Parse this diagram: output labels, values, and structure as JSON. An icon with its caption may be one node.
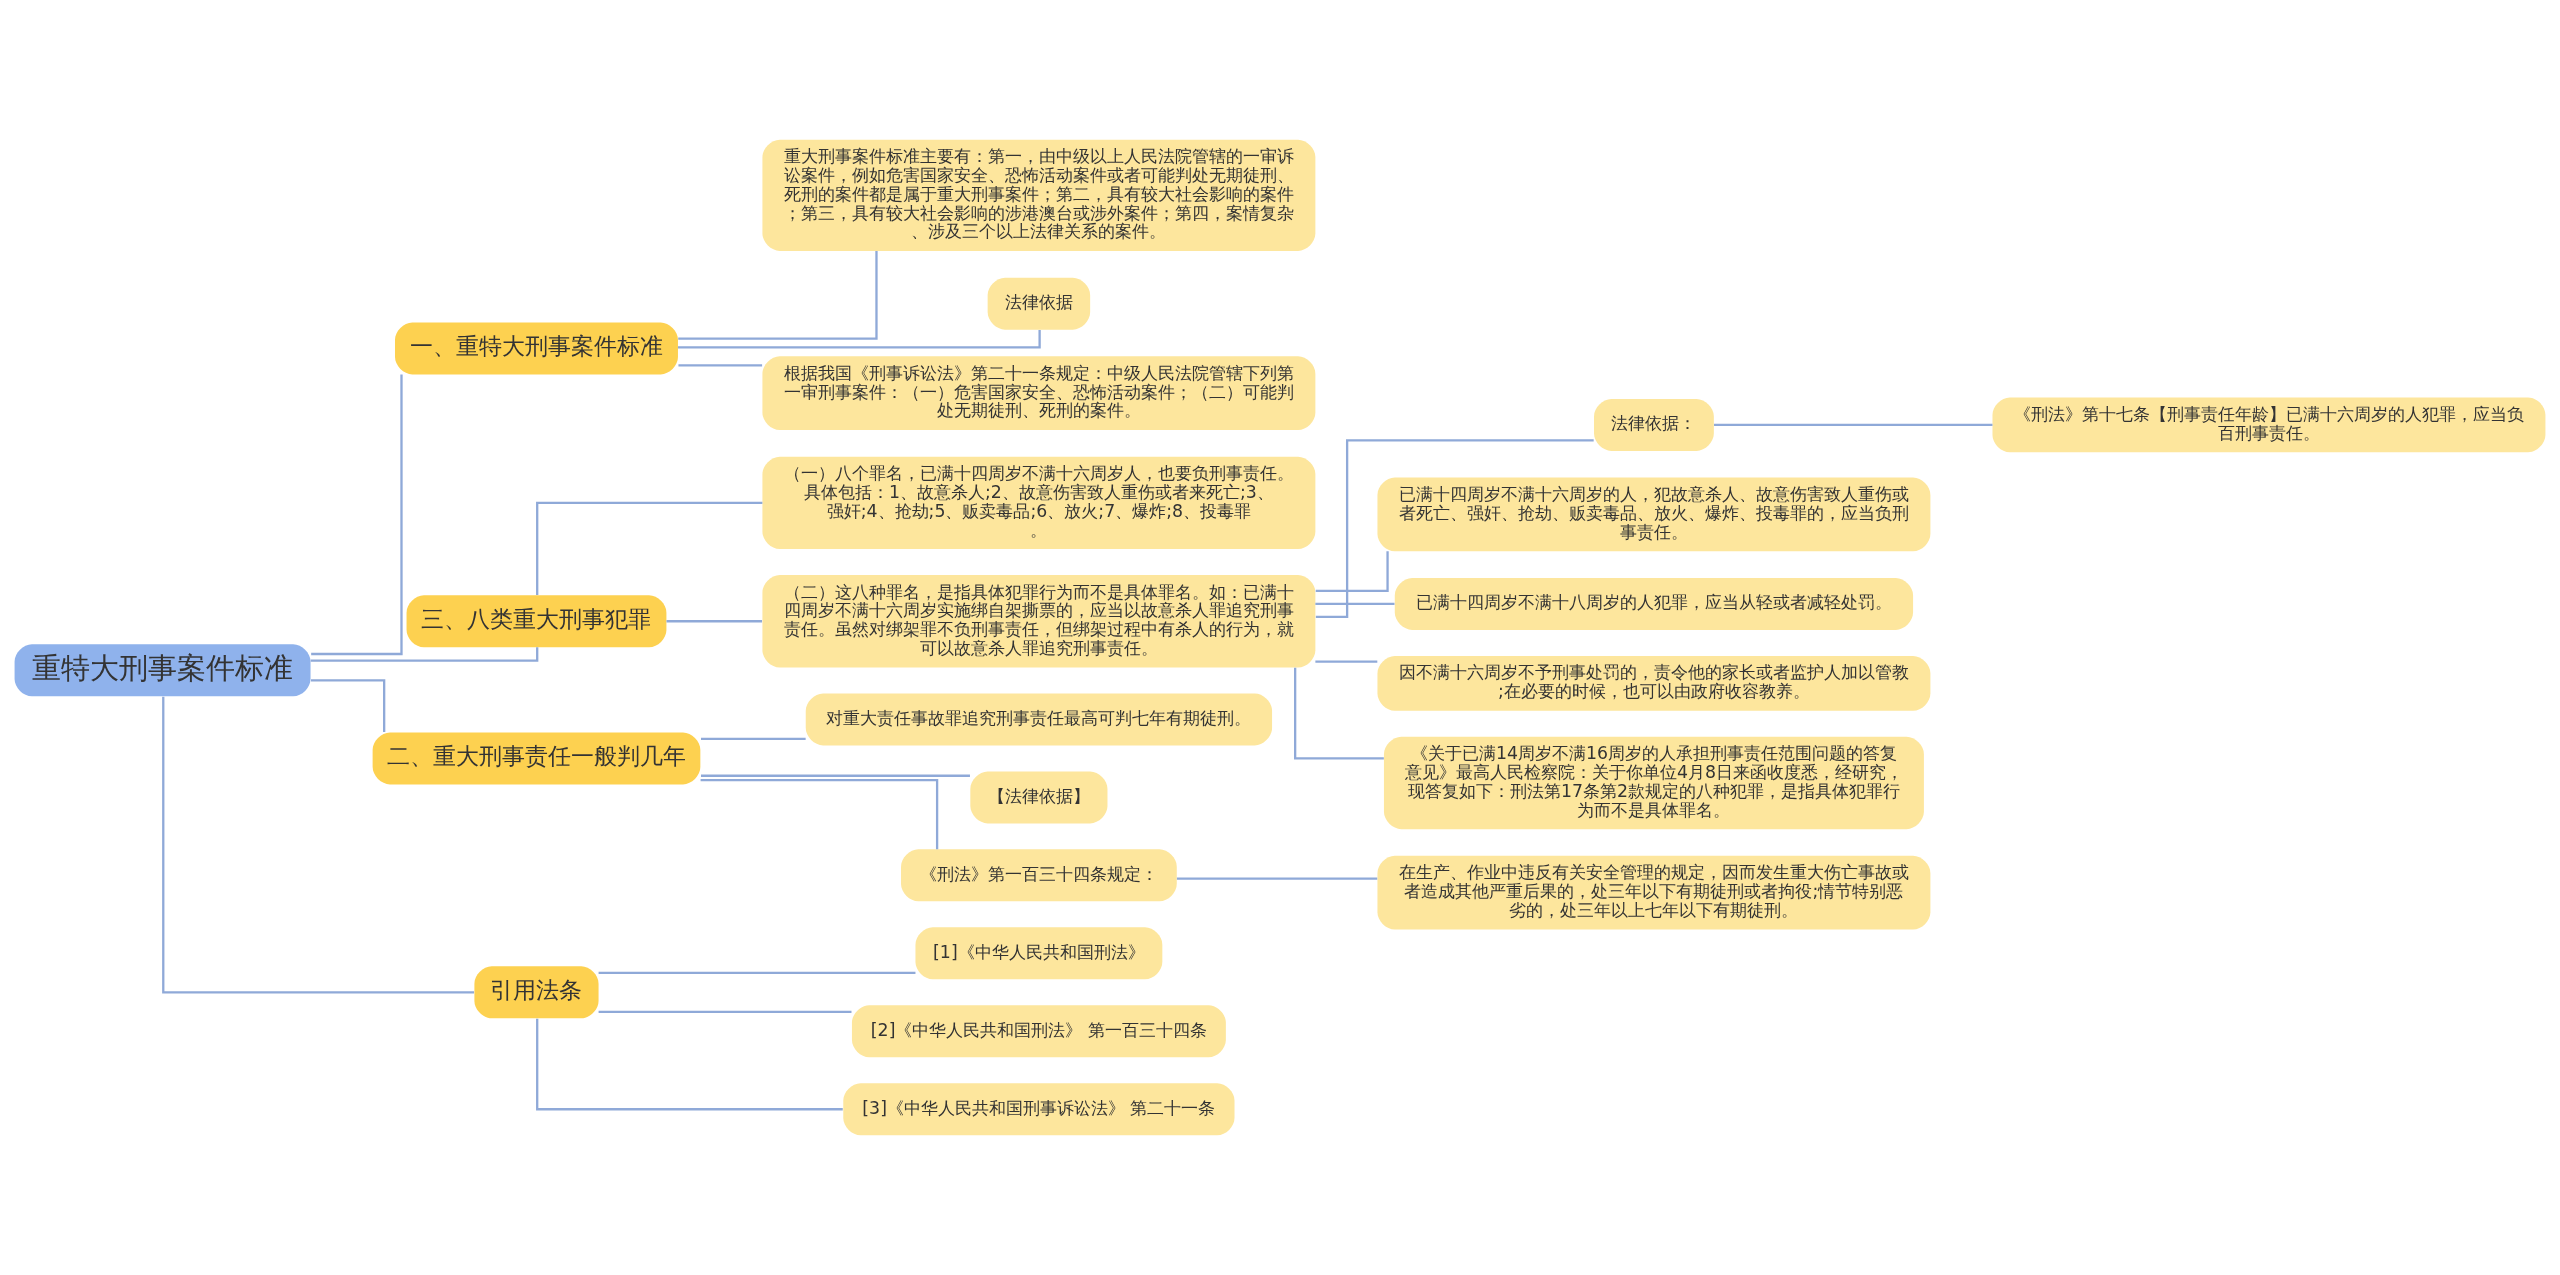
{
  "diagram": {
    "nodes": [
      {
        "text": [
          "重特大刑事案件标准"
        ]
      },
      {
        "text": [
          "一、重特大刑事案件标准"
        ]
      },
      {
        "text": [
          "重大刑事案件标准主要有：第一，由中级以上人民法院管辖的一审诉讼案件，例如危害国家安全、恐怖活动案件或者可能判处无期徒刑、死刑的案件都是属于重大刑事案件；第二，具有较大社会影响的案件；第三，具有较大社会影响的涉港澳台或涉外案件；第四，案情复杂、涉及三个以上法律关系的案件。"
        ]
      },
      {
        "text": [
          "法律依据"
        ]
      },
      {
        "text": [
          "根据我国《刑事诉讼法》第二十一条规定：中级人民法院管辖下列第一审刑事案件：（一）危害国家安全、恐怖活动案件；（二）可能判处无期徒刑、死刑的案件。"
        ]
      },
      {
        "text": [
          "三、八类重大刑事犯罪"
        ]
      },
      {
        "text": [
          "（一）八个罪名，已满十四周岁不满十六周岁人，也要负刑事责任。具体包括：1、故意杀人;2、故意伤害致人重伤或者来死亡;3、强奸;4、抢劫;5、贩卖毒品;6、放火;7、爆炸;8、投毒罪。"
        ]
      },
      {
        "text": [
          "（二）这八种罪名，是指具体犯罪行为而不是具体罪名。如：已满十四周岁不满十六周岁实施绑自架撕票的，应当以故意杀人罪追究刑事责任。虽然对绑架罪不负刑事责任，但绑架过程中有杀人的行为，就可以故意杀人罪追究刑事责任。"
        ]
      },
      {
        "text": [
          "法律依据："
        ]
      },
      {
        "text": [
          "《刑法》第十七条【刑事责任年龄】已满十六周岁的人犯罪，应当负百刑事责任。"
        ]
      },
      {
        "text": [
          "已满十四周岁不满十六周岁的人，犯故意杀人、故意伤害致人重伤或者死亡、强奸、抢劫、贩卖毒品、放火、爆炸、投毒罪的，应当负刑事责任。"
        ]
      },
      {
        "text": [
          "已满十四周岁不满十八周岁的人犯罪，应当从轻或者减轻处罚。"
        ]
      },
      {
        "text": [
          "因不满十六周岁不予刑事处罚的，责令他的家长或者监护人加以管教;在必要的时候，也可以由政府收容教养。"
        ]
      },
      {
        "text": [
          "《关于已满14周岁不满16周岁的人承担刑事责任范围问题的答复意见》最高人民检察院：关于你单位4月8日来函收度悉，经研究，现答复如下：刑法第17条第2款规定的八种犯罪，是指具体犯罪行为而不是具体罪名。"
        ]
      },
      {
        "text": [
          "二、重大刑事责任一般判几年"
        ]
      },
      {
        "text": [
          "对重大责任事故罪追究刑事责任最高可判七年有期徒刑。"
        ]
      },
      {
        "text": [
          "【法律依据】"
        ]
      },
      {
        "text": [
          "《刑法》第一百三十四条规定："
        ]
      },
      {
        "text": [
          "在生产、作业中违反有关安全管理的规定，因而发生重大伤亡事故或者造成其他严重后果的，处三年以下有期徒刑或者拘役;情节特别恶劣的，处三年以上七年以下有期徒刑。"
        ]
      },
      {
        "text": [
          "引用法条"
        ]
      },
      {
        "text": [
          "[1]《中华人民共和国刑法》"
        ]
      },
      {
        "text": [
          "[2]《中华人民共和国刑法》 第一百三十四条"
        ]
      },
      {
        "text": [
          "[3]《中华人民共和国刑事诉讼法》 第二十一条"
        ]
      }
    ],
    "edges": [
      {
        "from": 0,
        "to": 1,
        "arrow": "none"
      },
      {
        "from": 1,
        "to": 2,
        "arrow": "none"
      },
      {
        "from": 1,
        "to": 3,
        "arrow": "none"
      },
      {
        "from": 1,
        "to": 4,
        "arrow": "none"
      },
      {
        "from": 0,
        "to": 5,
        "arrow": "none"
      },
      {
        "from": 5,
        "to": 6,
        "arrow": "none"
      },
      {
        "from": 5,
        "to": 7,
        "arrow": "none"
      },
      {
        "from": 7,
        "to": 8,
        "arrow": "none"
      },
      {
        "from": 8,
        "to": 9,
        "arrow": "none"
      },
      {
        "from": 7,
        "to": 10,
        "arrow": "none"
      },
      {
        "from": 7,
        "to": 11,
        "arrow": "none"
      },
      {
        "from": 7,
        "to": 12,
        "arrow": "none"
      },
      {
        "from": 7,
        "to": 13,
        "arrow": "none"
      },
      {
        "from": 0,
        "to": 14,
        "arrow": "none"
      },
      {
        "from": 14,
        "to": 15,
        "arrow": "none"
      },
      {
        "from": 14,
        "to": 16,
        "arrow": "none"
      },
      {
        "from": 14,
        "to": 17,
        "arrow": "none"
      },
      {
        "from": 17,
        "to": 18,
        "arrow": "none"
      },
      {
        "from": 0,
        "to": 19,
        "arrow": "none"
      },
      {
        "from": 19,
        "to": 20,
        "arrow": "none"
      },
      {
        "from": 19,
        "to": 21,
        "arrow": "none"
      },
      {
        "from": 19,
        "to": 22,
        "arrow": "none"
      }
    ]
  }
}
